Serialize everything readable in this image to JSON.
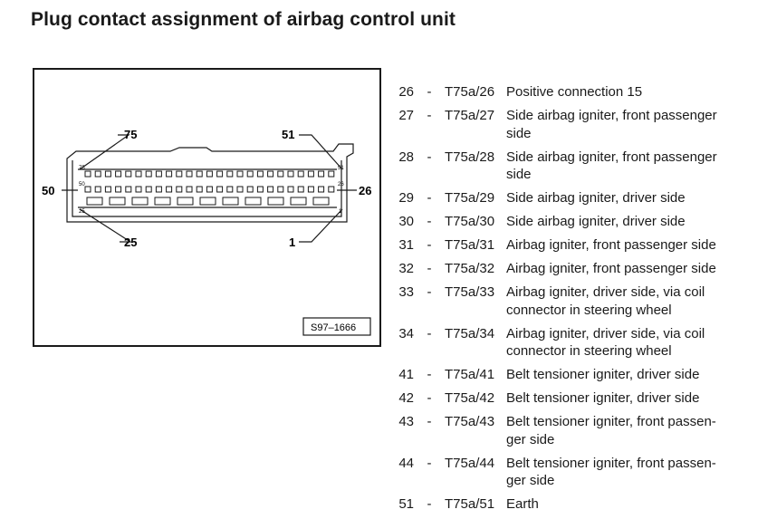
{
  "page": {
    "title": "Plug contact assignment of airbag control unit"
  },
  "figure": {
    "reference": "S97–1666",
    "callouts": {
      "top_left": "75",
      "top_right": "51",
      "left": "50",
      "right": "26",
      "bottom_left": "25",
      "bottom_right": "1"
    },
    "inner_labels": {
      "row1_left": "75",
      "row1_right": "51",
      "row2_left": "50",
      "row2_right": "26",
      "row3_left": "25",
      "row3_right": "1"
    }
  },
  "pins": [
    {
      "num": "26",
      "dash": "-",
      "code": "T75a/26",
      "desc": "Positive connection 15"
    },
    {
      "num": "27",
      "dash": "-",
      "code": "T75a/27",
      "desc": "Side airbag igniter, front passenger\nside"
    },
    {
      "num": "28",
      "dash": "-",
      "code": "T75a/28",
      "desc": "Side airbag igniter, front passenger\nside"
    },
    {
      "num": "29",
      "dash": "-",
      "code": "T75a/29",
      "desc": "Side airbag igniter, driver side"
    },
    {
      "num": "30",
      "dash": "-",
      "code": "T75a/30",
      "desc": "Side airbag igniter, driver side"
    },
    {
      "num": "31",
      "dash": "-",
      "code": "T75a/31",
      "desc": "Airbag igniter, front passenger side"
    },
    {
      "num": "32",
      "dash": "-",
      "code": "T75a/32",
      "desc": "Airbag igniter, front passenger side"
    },
    {
      "num": "33",
      "dash": "-",
      "code": "T75a/33",
      "desc": "Airbag igniter, driver side, via coil\nconnector in steering wheel"
    },
    {
      "num": "34",
      "dash": "-",
      "code": "T75a/34",
      "desc": "Airbag igniter, driver side, via coil\nconnector in steering wheel"
    },
    {
      "num": "41",
      "dash": "-",
      "code": "T75a/41",
      "desc": "Belt tensioner igniter, driver side"
    },
    {
      "num": "42",
      "dash": "-",
      "code": "T75a/42",
      "desc": "Belt tensioner igniter, driver side"
    },
    {
      "num": "43",
      "dash": "-",
      "code": "T75a/43",
      "desc": "Belt tensioner igniter, front passen-\nger side"
    },
    {
      "num": "44",
      "dash": "-",
      "code": "T75a/44",
      "desc": "Belt tensioner igniter, front passen-\nger side"
    },
    {
      "num": "51",
      "dash": "-",
      "code": "T75a/51",
      "desc": "Earth"
    }
  ]
}
